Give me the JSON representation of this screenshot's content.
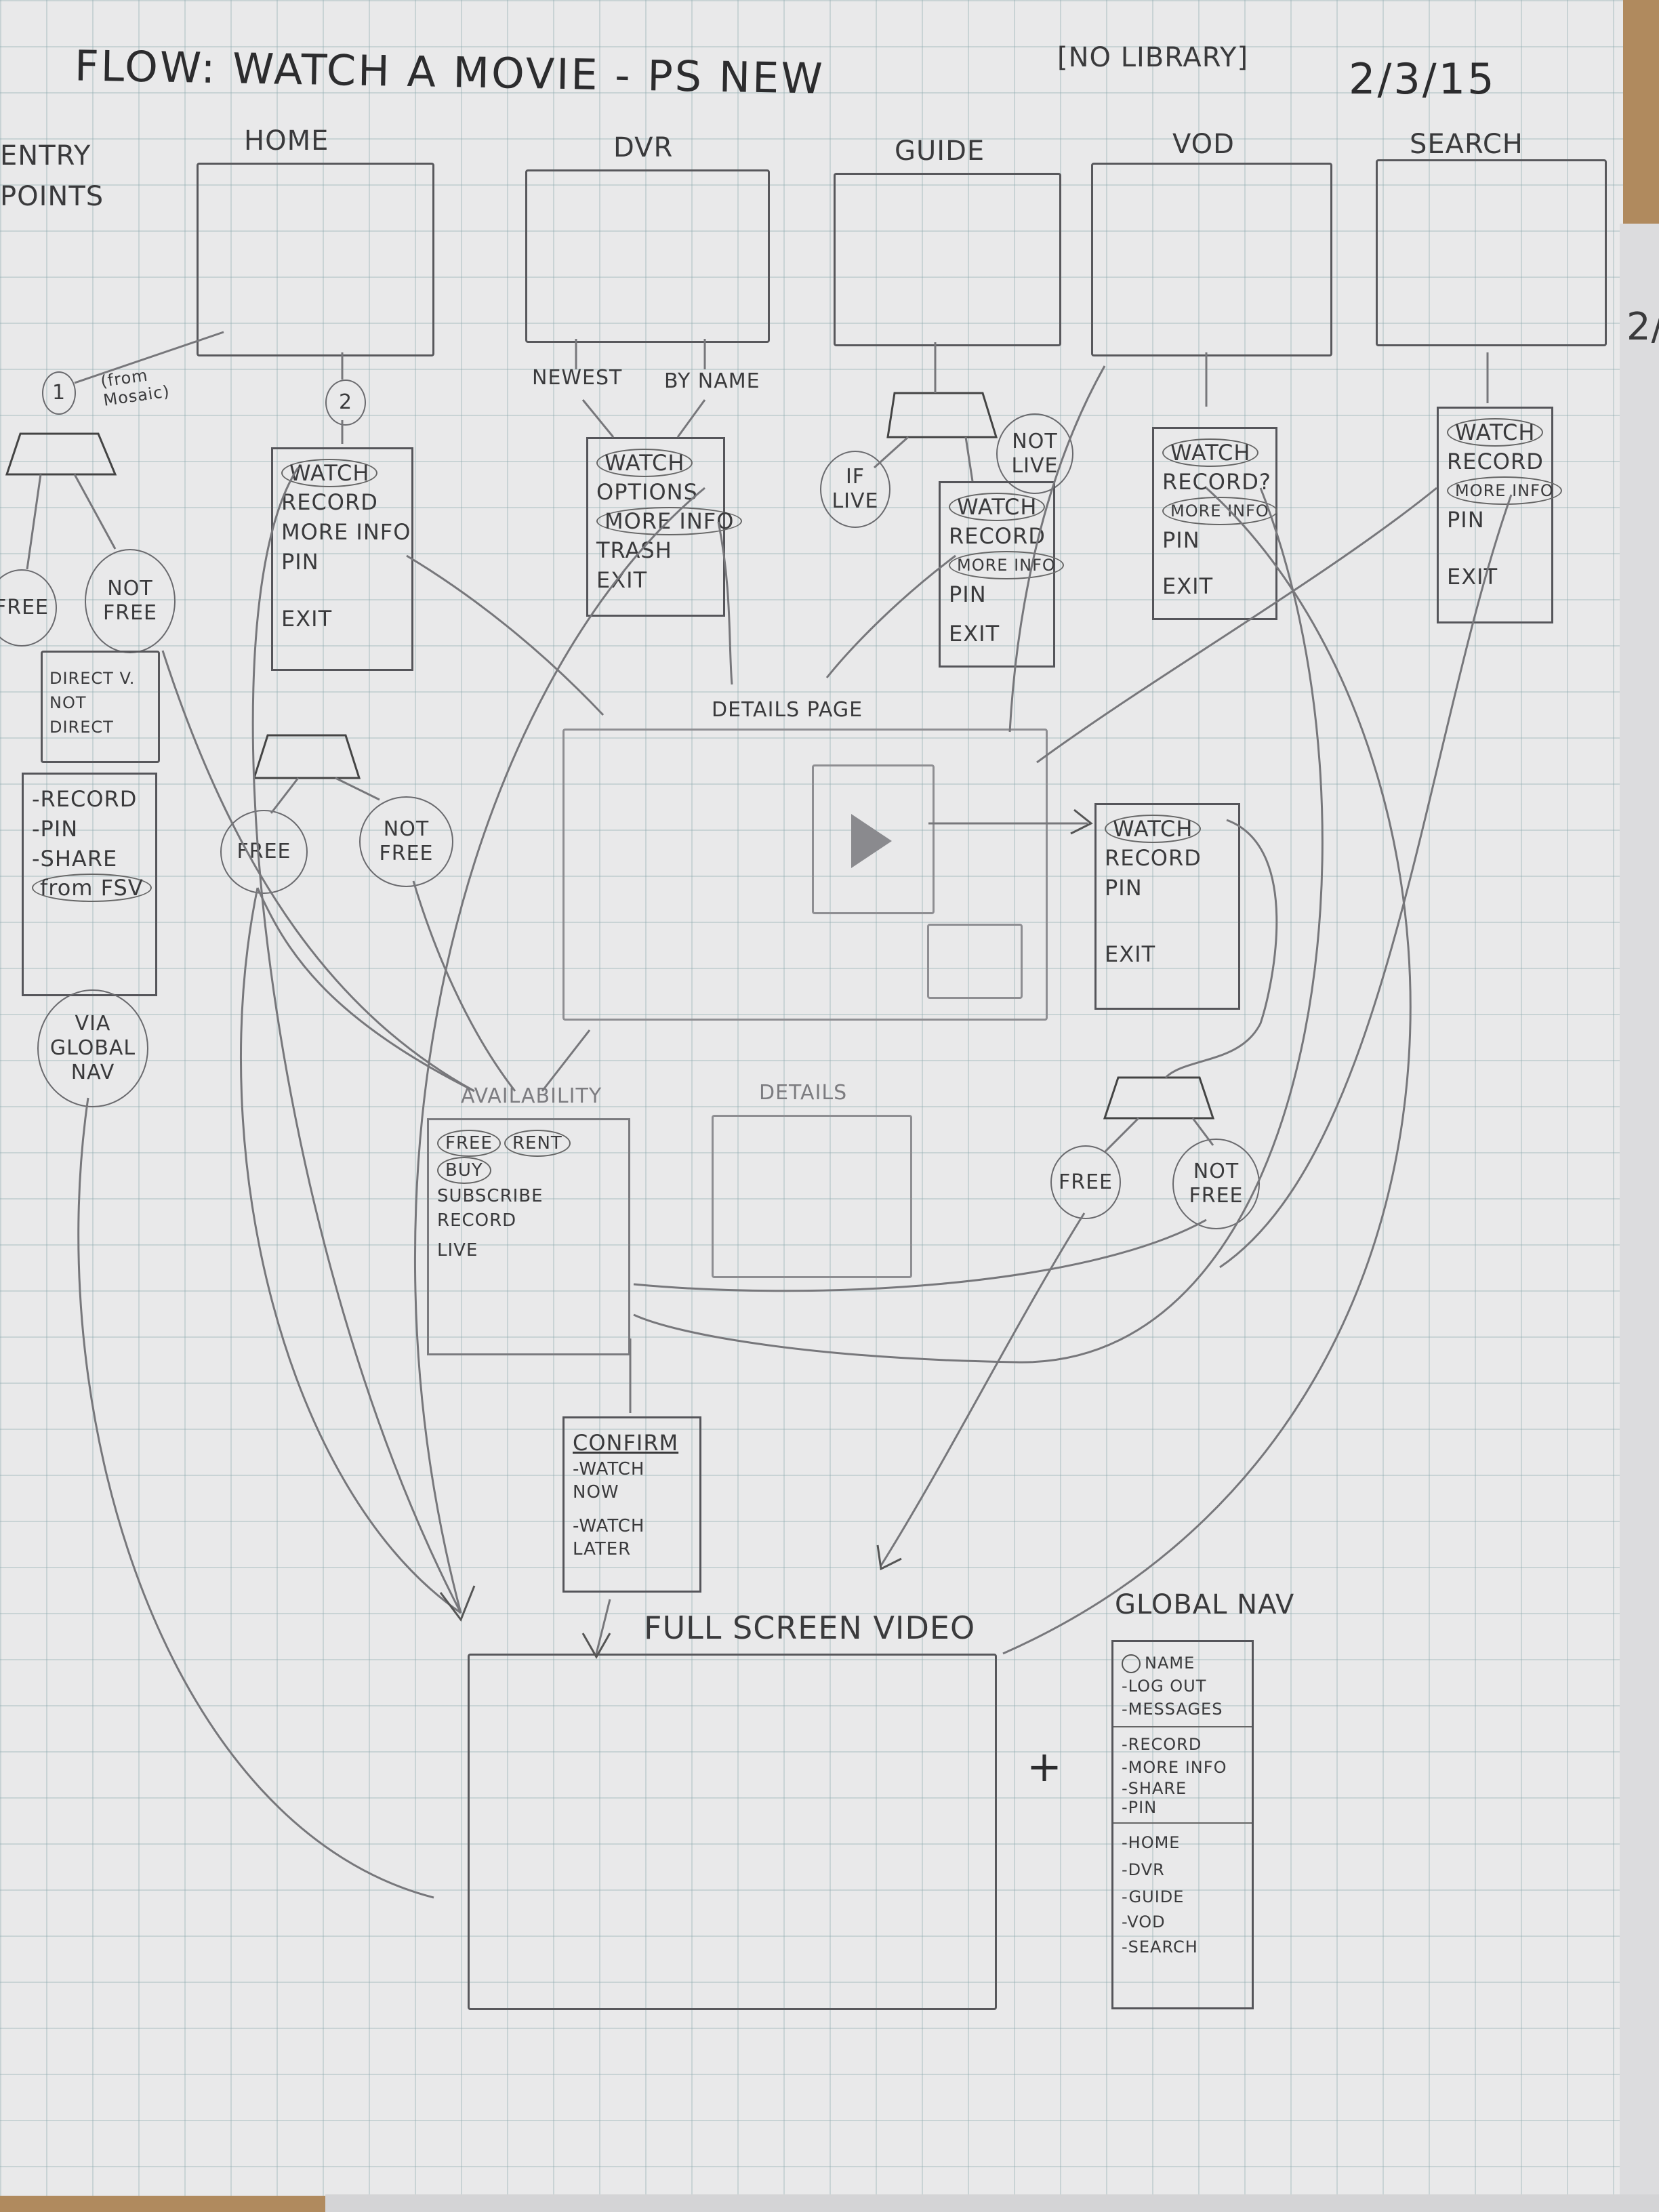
{
  "title": "FLOW: WATCH A MOVIE - PS NEW",
  "note": "[NO LIBRARY]",
  "date": "2/3/15",
  "side_page_mark": "2/",
  "entry_points": {
    "label": "ENTRY POINTS",
    "marker_1": "1",
    "marker_1_note": "(from Mosaic)",
    "free": "FREE",
    "not_free": "NOT FREE",
    "direct_box": "DIRECT v. NOT DIRECT",
    "fsv_options": [
      "-RECORD",
      "-PIN",
      "-SHARE",
      "from FSV"
    ],
    "via_global_nav": "VIA GLOBAL NAV"
  },
  "screens": [
    {
      "label": "HOME"
    },
    {
      "label": "DVR"
    },
    {
      "label": "GUIDE"
    },
    {
      "label": "VOD"
    },
    {
      "label": "SEARCH"
    }
  ],
  "home": {
    "marker_2": "2",
    "menu": [
      "WATCH",
      "RECORD",
      "MORE INFO",
      "PIN",
      "EXIT"
    ],
    "free": "FREE",
    "not_free": "NOT FREE"
  },
  "dvr": {
    "branch_newest": "NEWEST",
    "branch_by_name": "BY NAME",
    "menu": [
      "WATCH",
      "OPTIONS",
      "MORE INFO",
      "TRASH",
      "EXIT"
    ]
  },
  "guide": {
    "if_live": "IF LIVE",
    "not_live": "NOT LIVE",
    "menu": [
      "WATCH",
      "RECORD",
      "MORE INFO",
      "PIN",
      "EXIT"
    ]
  },
  "vod": {
    "menu": [
      "WATCH",
      "RECORD?",
      "MORE INFO",
      "PIN",
      "EXIT"
    ]
  },
  "search": {
    "menu": [
      "WATCH",
      "RECORD",
      "MORE INFO",
      "PIN",
      "EXIT"
    ]
  },
  "details_page": {
    "label": "DETAILS PAGE",
    "menu": [
      "WATCH",
      "RECORD",
      "PIN",
      "EXIT"
    ],
    "free": "FREE",
    "not_free": "NOT FREE"
  },
  "availability": {
    "label": "AVAILABILITY",
    "items": [
      "FREE",
      "RENT",
      "BUY",
      "SUBSCRIBE",
      "RECORD",
      "LIVE"
    ]
  },
  "details": {
    "label": "DETAILS"
  },
  "confirm": {
    "label": "CONFIRM",
    "items": [
      "-WATCH NOW",
      "-WATCH LATER"
    ]
  },
  "full_screen_video": {
    "label": "FULL SCREEN VIDEO",
    "plus": "+"
  },
  "global_nav": {
    "label": "GLOBAL NAV",
    "group1": [
      "NAME",
      "-LOG OUT",
      "-MESSAGES"
    ],
    "group2": [
      "-RECORD",
      "-MORE INFO",
      "-SHARE",
      "-PIN"
    ],
    "group3": [
      "-HOME",
      "-DVR",
      "-GUIDE",
      "-VOD",
      "-SEARCH"
    ]
  }
}
